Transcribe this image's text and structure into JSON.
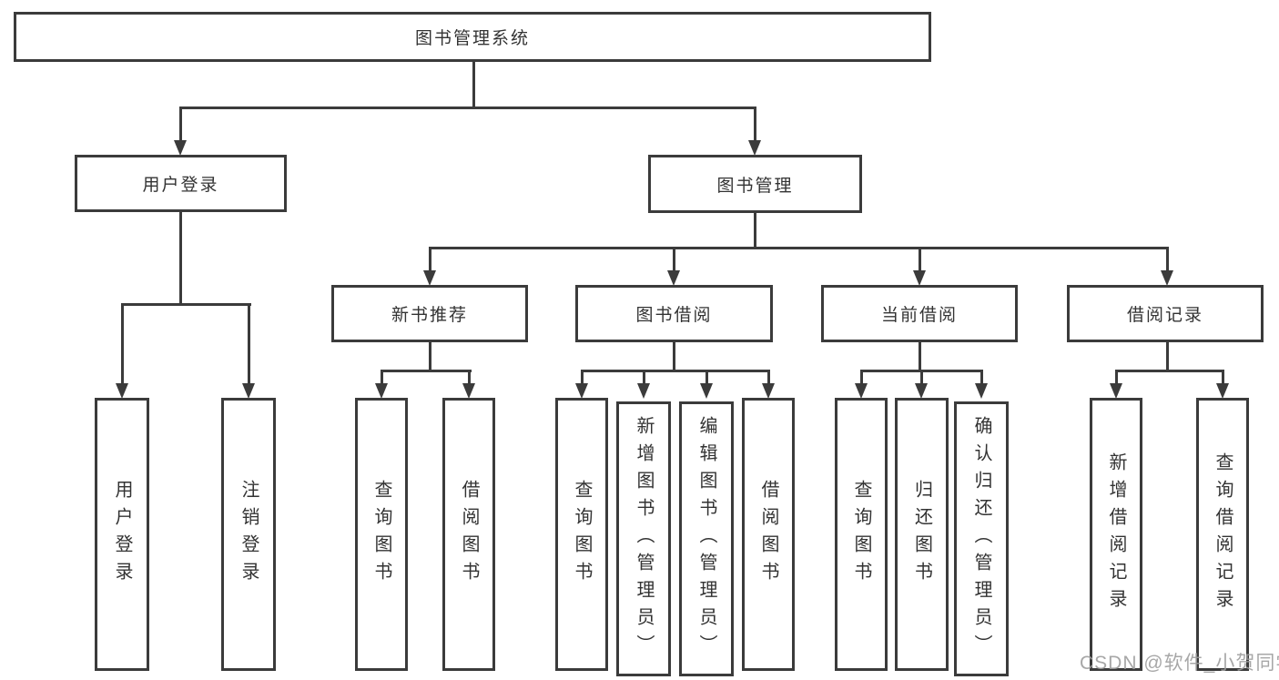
{
  "diagram": {
    "root": {
      "label": "图书管理系统"
    },
    "level2": [
      {
        "label": "用户登录"
      },
      {
        "label": "图书管理"
      }
    ],
    "level3": [
      {
        "label": "新书推荐"
      },
      {
        "label": "图书借阅"
      },
      {
        "label": "当前借阅"
      },
      {
        "label": "借阅记录"
      }
    ],
    "leaves": {
      "user_login": [
        {
          "label": "用户登录"
        },
        {
          "label": "注销登录"
        }
      ],
      "new_books": [
        {
          "label": "查询图书"
        },
        {
          "label": "借阅图书"
        }
      ],
      "book_borrow": [
        {
          "label": "查询图书"
        },
        {
          "label": "新增图书（管理员）"
        },
        {
          "label": "编辑图书（管理员）"
        },
        {
          "label": "借阅图书"
        }
      ],
      "current_borrow": [
        {
          "label": "查询图书"
        },
        {
          "label": "归还图书"
        },
        {
          "label": "确认归还（管理员）"
        }
      ],
      "borrow_records": [
        {
          "label": "新增借阅记录"
        },
        {
          "label": "查询借阅记录"
        }
      ]
    },
    "watermark": "CSDN @软件_小贺同学",
    "colors": {
      "line": "#3b3b3b",
      "text": "#333333",
      "watermark": "#9e9e9e",
      "background": "#ffffff"
    }
  }
}
